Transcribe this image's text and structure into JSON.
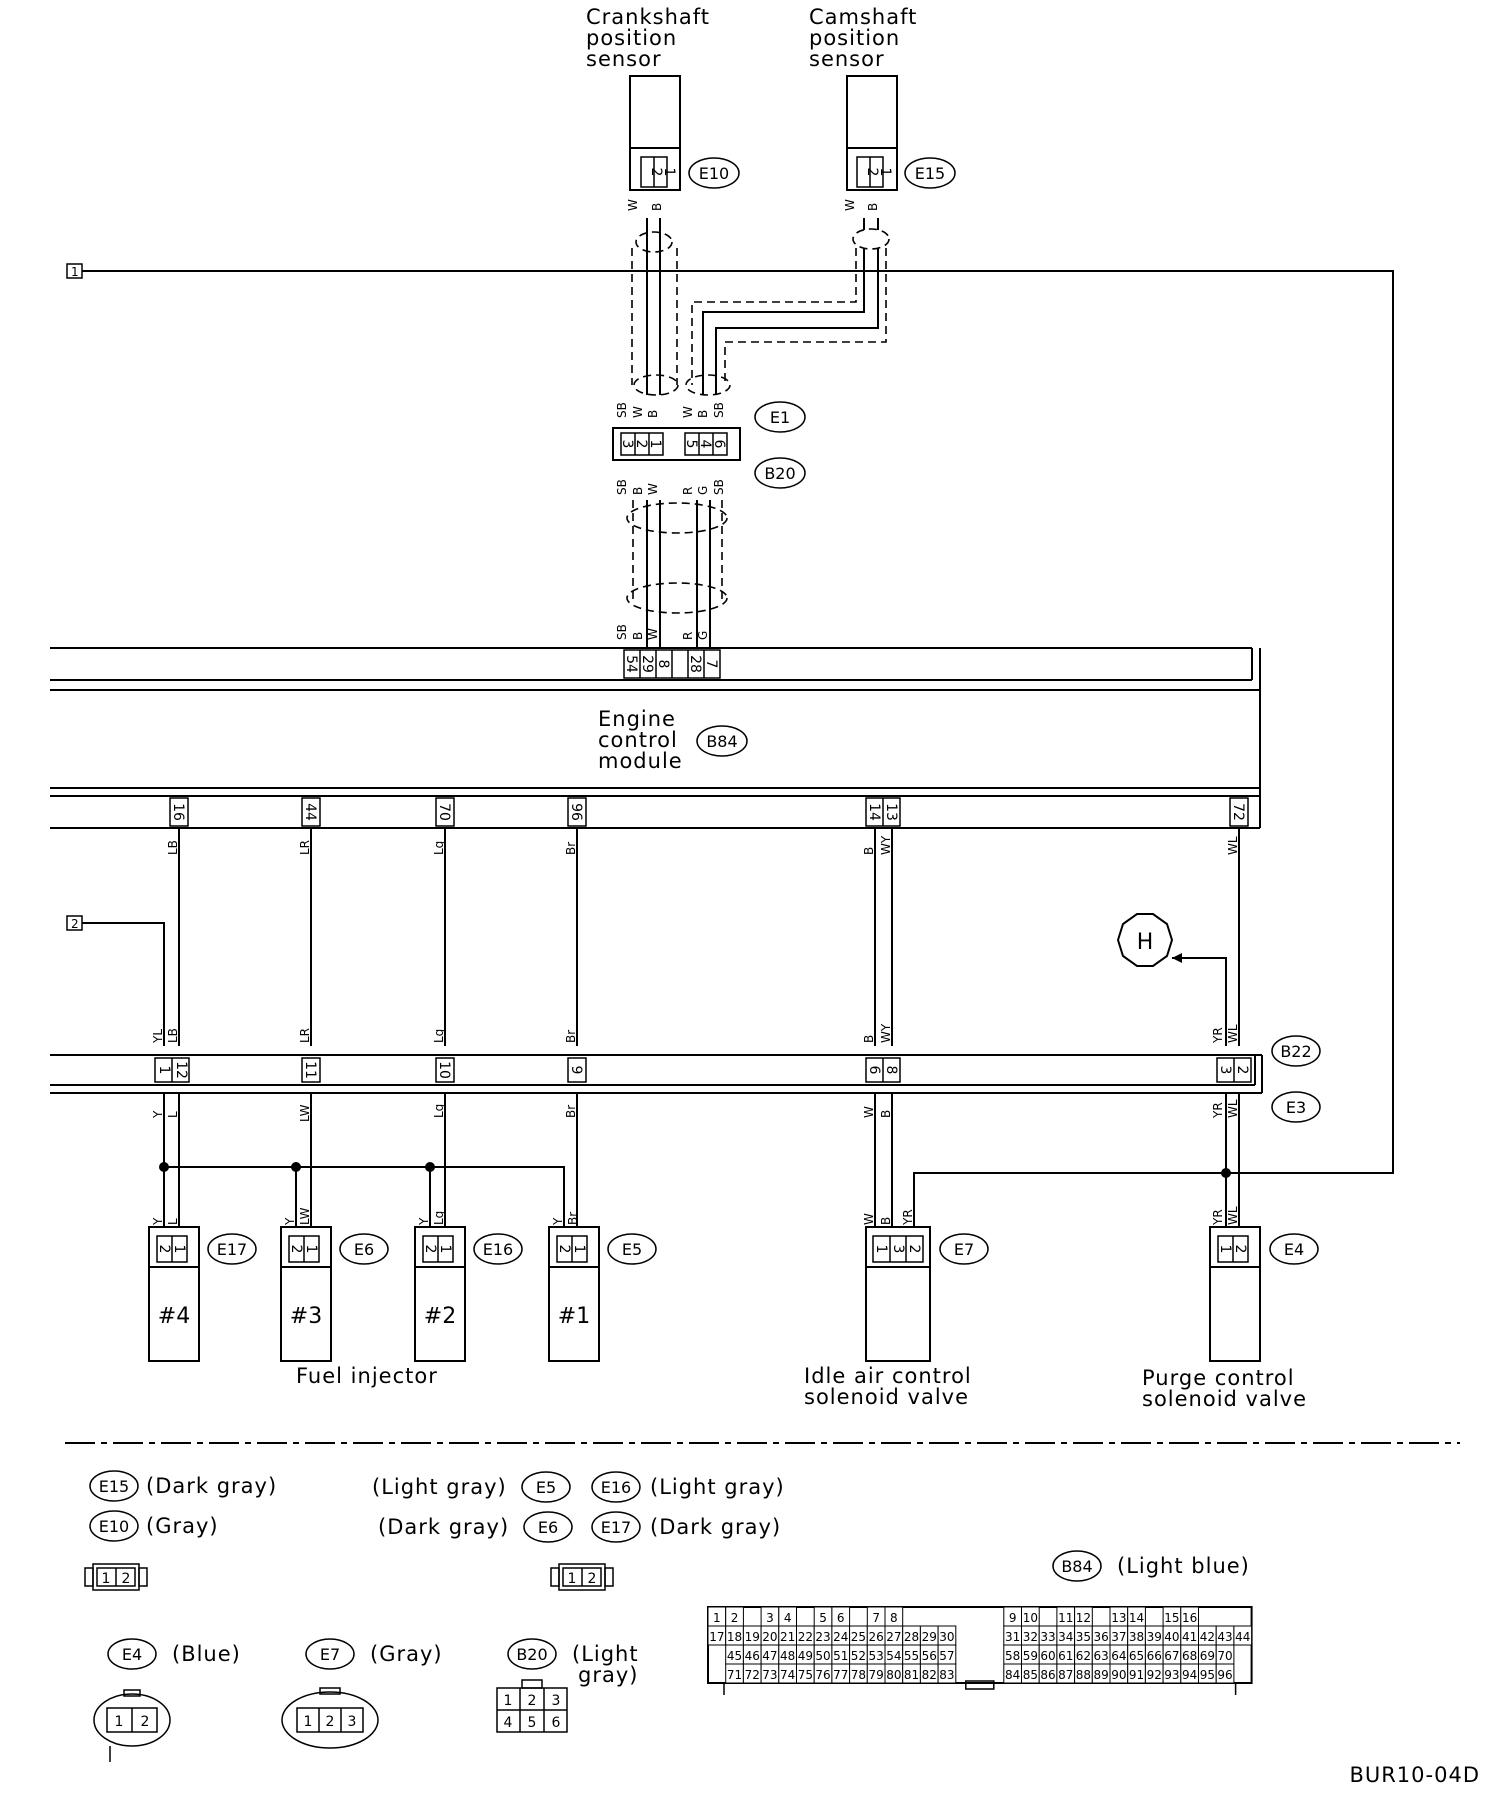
{
  "labels": {
    "crank": [
      "Crankshaft",
      "position",
      "sensor"
    ],
    "cam": [
      "Camshaft",
      "position",
      "sensor"
    ],
    "ecm": [
      "Engine",
      "control",
      "module"
    ],
    "fuel_injector": "Fuel injector",
    "iac": [
      "Idle air control",
      "solenoid valve"
    ],
    "purge": [
      "Purge control",
      "solenoid valve"
    ],
    "footer_code": "BUR10-04D"
  },
  "connectors": {
    "E10": "E10",
    "E15": "E15",
    "E1": "E1",
    "B20": "B20",
    "B84": "B84",
    "B22": "B22",
    "E3": "E3",
    "E17": "E17",
    "E6": "E6",
    "E16": "E16",
    "E5": "E5",
    "E7": "E7",
    "E4": "E4",
    "H": "H"
  },
  "injectors": [
    "#4",
    "#3",
    "#2",
    "#1"
  ],
  "ref_markers": [
    "1",
    "2"
  ],
  "ecm_top_pins": [
    "54",
    "29",
    "8",
    "28",
    "7"
  ],
  "ecm_bottom_pins": [
    "16",
    "44",
    "70",
    "96",
    "14",
    "13",
    "72"
  ],
  "ecm_bottom_wires": [
    "LB",
    "LR",
    "Lg",
    "Br",
    "B",
    "WY",
    "WL"
  ],
  "b22_pins": [
    "1",
    "12",
    "11",
    "10",
    "9",
    "6",
    "8",
    "3",
    "2"
  ],
  "b22_wires": [
    "YL",
    "LB",
    "LR",
    "Lg",
    "Br",
    "B",
    "WY",
    "YR",
    "WL"
  ],
  "e3_wires": [
    "Y",
    "L",
    "LW",
    "Lg",
    "Br",
    "W",
    "B",
    "YR",
    "WL"
  ],
  "sensor_wires": [
    "W",
    "B"
  ],
  "e1_wires": [
    "SB",
    "W",
    "B",
    "W",
    "B",
    "SB"
  ],
  "e1_pins": [
    "3",
    "2",
    "1",
    "5",
    "4",
    "6"
  ],
  "b20_wires": [
    "SB",
    "B",
    "W",
    "R",
    "G",
    "SB"
  ],
  "ecm_top_wires": [
    "SB",
    "B",
    "W",
    "R",
    "G"
  ],
  "injector_wires": [
    [
      "Y",
      "L"
    ],
    [
      "Y",
      "LW"
    ],
    [
      "Y",
      "Lg"
    ],
    [
      "Y",
      "Br"
    ]
  ],
  "injector_pins": [
    "2",
    "1"
  ],
  "iac_wires": [
    "W",
    "B",
    "YR"
  ],
  "iac_pins": [
    "1",
    "3",
    "2"
  ],
  "purge_wires": [
    "YR",
    "WL"
  ],
  "purge_pins": [
    "1",
    "2"
  ],
  "legend": {
    "e15": "(Dark gray)",
    "e10": "(Gray)",
    "e5": "(Light gray)",
    "e16": "(Light gray)",
    "e6": "(Dark gray)",
    "e17": "(Dark gray)",
    "b84": "(Light blue)",
    "e4": "(Blue)",
    "e7": "(Gray)",
    "b20_1": "(Light",
    "b20_2": "gray)",
    "two_pin": [
      "1",
      "2"
    ],
    "three_pin": [
      "1",
      "2",
      "3"
    ],
    "b20_grid": [
      [
        "1",
        "2",
        "3"
      ],
      [
        "4",
        "5",
        "6"
      ]
    ],
    "b84_rows": [
      [
        "1",
        "2",
        "3",
        "4",
        "5",
        "6",
        "7",
        "8",
        "9",
        "10",
        "11",
        "12",
        "13",
        "14",
        "15",
        "16"
      ],
      [
        "17",
        "18",
        "19",
        "20",
        "21",
        "22",
        "23",
        "24",
        "25",
        "26",
        "27",
        "28",
        "29",
        "30",
        "31",
        "32",
        "33",
        "34",
        "35",
        "36",
        "37",
        "38",
        "39",
        "40",
        "41",
        "42",
        "43",
        "44"
      ],
      [
        "45",
        "46",
        "47",
        "48",
        "49",
        "50",
        "51",
        "52",
        "53",
        "54",
        "55",
        "56",
        "57",
        "58",
        "59",
        "60",
        "61",
        "62",
        "63",
        "64",
        "65",
        "66",
        "67",
        "68",
        "69",
        "70"
      ],
      [
        "71",
        "72",
        "73",
        "74",
        "75",
        "76",
        "77",
        "78",
        "79",
        "80",
        "81",
        "82",
        "83",
        "84",
        "85",
        "86",
        "87",
        "88",
        "89",
        "90",
        "91",
        "92",
        "93",
        "94",
        "95",
        "96"
      ]
    ]
  }
}
